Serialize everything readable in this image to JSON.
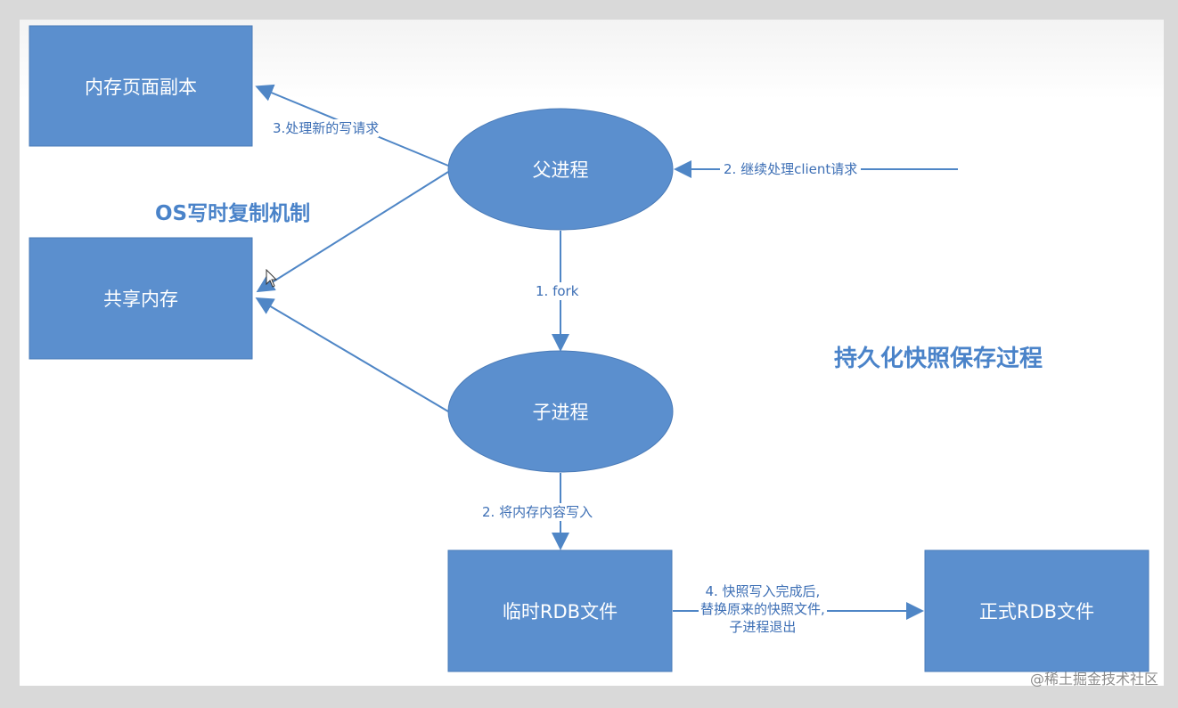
{
  "colors": {
    "node_fill": "#5b8fce",
    "edge": "#4f86c6",
    "text_accent": "#4a83c9",
    "label_text": "#3d6fb5"
  },
  "nodes": {
    "memory_copy": "内存页面副本",
    "shared_memory": "共享内存",
    "parent_process": "父进程",
    "child_process": "子进程",
    "temp_rdb": "临时RDB文件",
    "final_rdb": "正式RDB文件"
  },
  "edges": {
    "write_request": "3.处理新的写请求",
    "client_request": "2. 继续处理client请求",
    "fork": "1. fork",
    "write_memory": "2. 将内存内容写入",
    "replace": [
      "4. 快照写入完成后,",
      "替换原来的快照文件,",
      "子进程退出"
    ]
  },
  "annotations": {
    "cow": "OS写时复制机制",
    "title": "持久化快照保存过程"
  },
  "watermark": "@稀土掘金技术社区"
}
